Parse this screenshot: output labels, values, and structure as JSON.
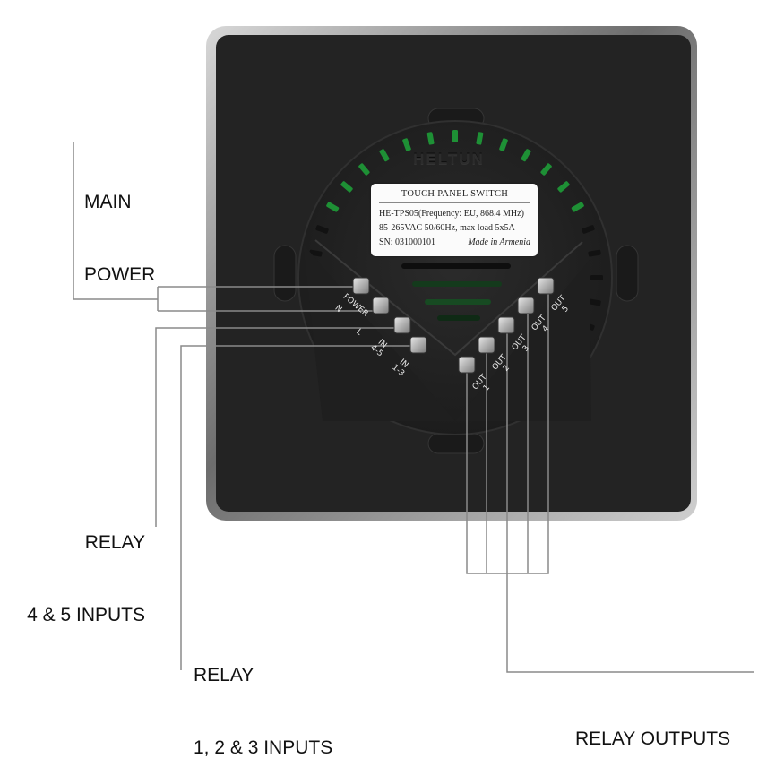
{
  "callouts": {
    "main_power": [
      "MAIN",
      "POWER"
    ],
    "relay_4_5_inputs": [
      "RELAY",
      "4 & 5 INPUTS"
    ],
    "relay_1_2_3_inputs": [
      "RELAY",
      "1, 2 & 3 INPUTS"
    ],
    "relay_outputs": "RELAY OUTPUTS"
  },
  "device": {
    "brand": "HELTUN",
    "sticker": {
      "title": "TOUCH PANEL SWITCH",
      "model_line": "HE-TPS05(Frequency: EU, 868.4 MHz)",
      "rating_line": "85-265VAC  50/60Hz, max load 5x5A",
      "serial": "SN: 031000101",
      "origin": "Made in Armenia"
    },
    "terminal_labels": {
      "power_group": "POWER",
      "power_n": "N",
      "power_l": "L",
      "in_4_5": "IN\n4-5",
      "in_1_3": "IN\n1-3",
      "out_1": "OUT\n1",
      "out_2": "OUT\n2",
      "out_3": "OUT\n3",
      "out_4": "OUT\n4",
      "out_5": "OUT\n5"
    }
  },
  "colors": {
    "panel_body": "#232323",
    "frame": "#b8b8b8",
    "indicator_green": "#1fa53a",
    "leader_lines": "#8a8a8a"
  }
}
